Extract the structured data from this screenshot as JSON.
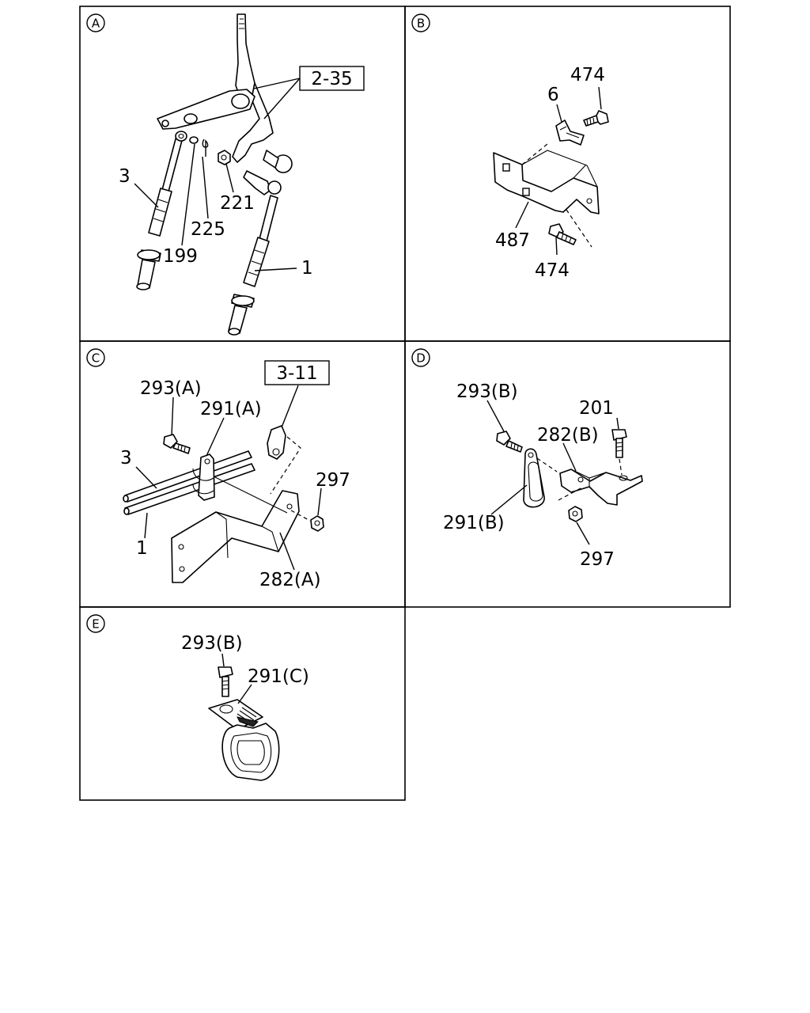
{
  "panels": [
    {
      "id": "A",
      "refs": [
        "2-35"
      ],
      "callouts": [
        "3",
        "199",
        "225",
        "221",
        "1"
      ]
    },
    {
      "id": "B",
      "refs": [],
      "callouts": [
        "474",
        "6",
        "487",
        "474"
      ]
    },
    {
      "id": "C",
      "refs": [
        "3-11"
      ],
      "callouts": [
        "293(A)",
        "291(A)",
        "3",
        "297",
        "1",
        "282(A)"
      ]
    },
    {
      "id": "D",
      "refs": [],
      "callouts": [
        "293(B)",
        "201",
        "282(B)",
        "291(B)",
        "297"
      ]
    },
    {
      "id": "E",
      "refs": [],
      "callouts": [
        "293(B)",
        "291(C)"
      ]
    }
  ]
}
